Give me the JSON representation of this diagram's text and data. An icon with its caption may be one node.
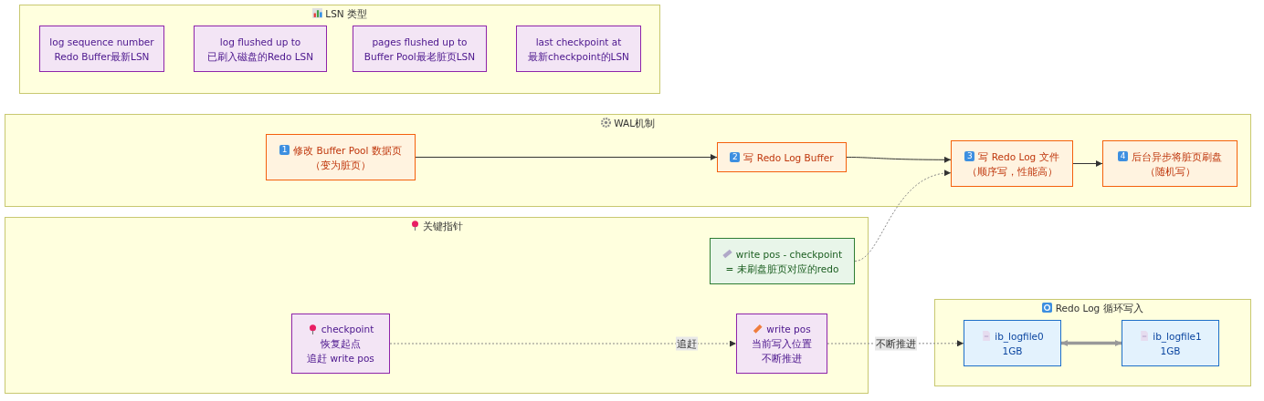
{
  "diagram": {
    "nodes": [
      {
        "text": [
          "LSN 类型"
        ]
      },
      {
        "text": [
          "log sequence number",
          "Redo Buffer最新LSN"
        ],
        "in": 0
      },
      {
        "text": [
          "log flushed up to",
          "已刷入磁盘的Redo LSN"
        ],
        "in": 0
      },
      {
        "text": [
          "pages flushed up to",
          "Buffer Pool最老脏页LSN"
        ],
        "in": 0
      },
      {
        "text": [
          "last checkpoint at",
          "最新checkpoint的LSN"
        ],
        "in": 0
      },
      {
        "text": [
          "WAL机制"
        ]
      },
      {
        "text": [
          "1",
          "修改 Buffer Pool 数据页",
          "（变为脏页）"
        ],
        "in": 5
      },
      {
        "text": [
          "2",
          "写 Redo Log Buffer"
        ],
        "in": 5
      },
      {
        "text": [
          "3",
          "写 Redo Log 文件",
          "（顺序写，性能高）"
        ],
        "in": 5
      },
      {
        "text": [
          "4",
          "后台异步将脏页刷盘",
          "（随机写）"
        ],
        "in": 5
      },
      {
        "text": [
          "关键指针"
        ]
      },
      {
        "text": [
          "write pos - checkpoint",
          "= 未刷盘脏页对应的redo"
        ],
        "in": 10
      },
      {
        "text": [
          "checkpoint",
          "恢复起点",
          "追赶 write pos"
        ],
        "in": 10
      },
      {
        "text": [
          "write pos",
          "当前写入位置",
          "不断推进"
        ],
        "in": 10
      },
      {
        "text": [
          "Redo Log 循环写入"
        ]
      },
      {
        "text": [
          "ib_logfile0",
          "1GB"
        ],
        "in": 14
      },
      {
        "text": [
          "ib_logfile1",
          "1GB"
        ],
        "in": 14
      }
    ],
    "edges": [
      {
        "from": 6,
        "to": 7,
        "arrow": "to"
      },
      {
        "from": 7,
        "to": 8,
        "arrow": "to"
      },
      {
        "from": 8,
        "to": 9,
        "arrow": "to"
      },
      {
        "from": 11,
        "to": 8,
        "arrow": "to",
        "style": "dashed"
      },
      {
        "from": 12,
        "to": 13,
        "arrow": "to",
        "style": "dashed",
        "label": "追赶"
      },
      {
        "from": 13,
        "to": 15,
        "arrow": "to",
        "style": "dashed",
        "label": "不断推进"
      },
      {
        "from": 15,
        "to": 16,
        "arrow": "both",
        "style": "thick",
        "color": "#999999"
      }
    ]
  }
}
